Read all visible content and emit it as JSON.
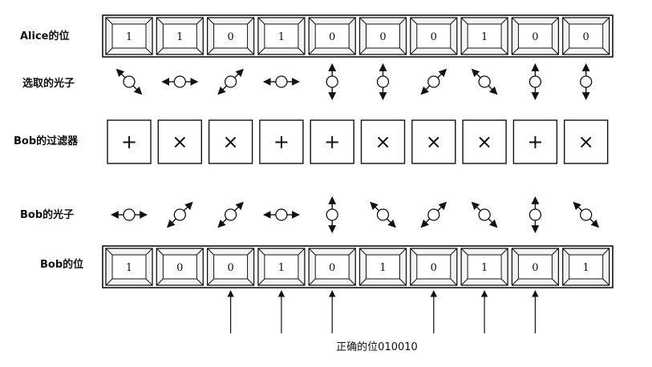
{
  "labels": {
    "alice_bits": "Alice的位",
    "chosen_photons": "选取的光子",
    "bob_filters": "Bob的过滤器",
    "bob_photons": "Bob的光子",
    "bob_bits": "Bob的位",
    "correct_bits": "正确的位010010"
  },
  "alice_bits": [
    "1",
    "1",
    "0",
    "1",
    "0",
    "0",
    "0",
    "1",
    "0",
    "0"
  ],
  "chosen_photons": [
    "diag-backslash",
    "horizontal",
    "diag-slash",
    "horizontal",
    "vertical",
    "vertical",
    "diag-slash",
    "diag-backslash",
    "vertical",
    "vertical"
  ],
  "bob_filters": [
    "+",
    "×",
    "×",
    "+",
    "+",
    "×",
    "×",
    "×",
    "+",
    "×"
  ],
  "bob_photons": [
    "horizontal",
    "diag-slash",
    "diag-slash",
    "horizontal",
    "vertical",
    "diag-backslash",
    "diag-slash",
    "diag-backslash",
    "vertical",
    "diag-backslash"
  ],
  "bob_bits": [
    "1",
    "0",
    "0",
    "1",
    "0",
    "1",
    "0",
    "1",
    "0",
    "1"
  ],
  "correct_columns": [
    3,
    4,
    5,
    7,
    8,
    9
  ]
}
